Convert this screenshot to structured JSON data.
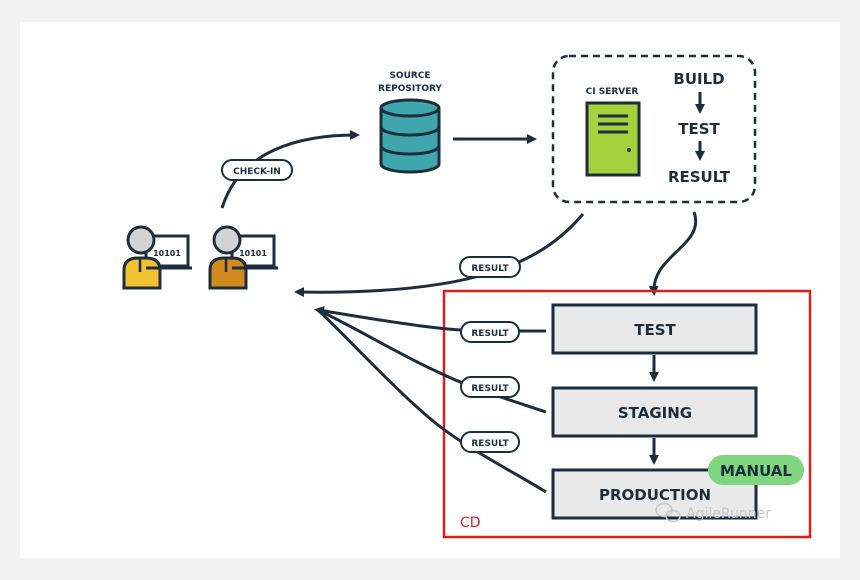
{
  "diagram": {
    "source_repository": [
      "SOURCE",
      "REPOSITORY"
    ],
    "ci_server_label": "CI SERVER",
    "ci_steps": {
      "build": "BUILD",
      "test": "TEST",
      "result": "RESULT"
    },
    "check_in_label": "CHECK-IN",
    "result_label": "RESULT",
    "laptop_code": "10101",
    "stages": {
      "test": "TEST",
      "staging": "STAGING",
      "production": "PRODUCTION"
    },
    "manual_badge": "MANUAL",
    "cd_label": "CD",
    "watermark": "AgileRunner"
  },
  "colors": {
    "ink": "#1c2e3d",
    "db_teal": "#3fa6ad",
    "server_green": "#a6d13c",
    "stage_fill": "#e9e9e9",
    "manual_green": "#7fd67f",
    "cd_red": "#d81e1e",
    "dev_yellow": "#f2c230",
    "dev_orange": "#d28a1c",
    "head_gray": "#d3d3d3"
  }
}
